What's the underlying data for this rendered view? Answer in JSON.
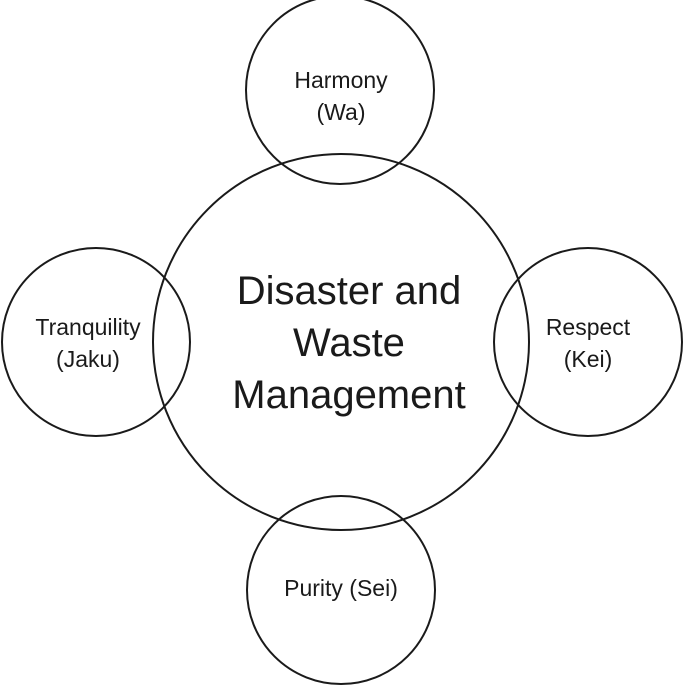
{
  "center": {
    "lines": [
      "Disaster and",
      "Waste",
      "Management"
    ]
  },
  "top": {
    "lines": [
      "Harmony",
      "(Wa)"
    ]
  },
  "left": {
    "lines": [
      "Tranquility",
      "(Jaku)"
    ]
  },
  "right": {
    "lines": [
      "Respect",
      "(Kei)"
    ]
  },
  "bottom": {
    "lines": [
      "Purity (Sei)"
    ]
  },
  "colors": {
    "stroke": "#1a1a1a",
    "text": "#1a1a1a",
    "background": "#ffffff"
  }
}
